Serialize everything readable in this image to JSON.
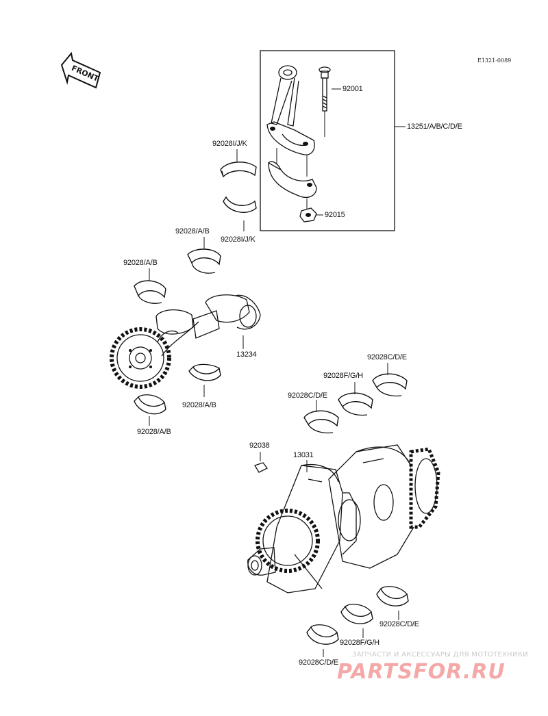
{
  "ref_code": "E1321-0089",
  "front_arrow_label": "FRONT",
  "parts": {
    "bolt": "92001",
    "conrod_assy": "13251/A/B/C/D/E",
    "conrod_bearing_upper": "92028I/J/K",
    "conrod_bearing_lower": "92028I/J/K",
    "nut": "92015",
    "balancer_bearing_1": "92028/A/B",
    "balancer_bearing_2": "92028/A/B",
    "balancer_shaft": "13234",
    "balancer_bearing_3": "92028/A/B",
    "balancer_bearing_4": "92028/A/B",
    "main_bearing_top_right": "92028C/D/E",
    "main_bearing_top_mid": "92028F/G/H",
    "main_bearing_top_left": "92028C/D/E",
    "key": "92038",
    "crankshaft": "13031",
    "main_bearing_bottom_right": "92028C/D/E",
    "main_bearing_bottom_mid": "92028F/G/H",
    "main_bearing_bottom_left": "92028C/D/E"
  },
  "watermark": {
    "tagline": "ЗАПЧАСТИ И АКСЕССУАРЫ ДЛЯ МОТОТЕХНИКИ",
    "brand": "PARTSFOR.RU",
    "brand_color": "#f4a8a8"
  }
}
